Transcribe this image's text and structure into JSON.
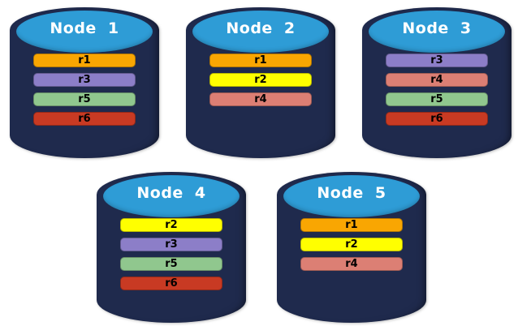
{
  "diagram": {
    "description": "Five database nodes with replica placement",
    "colors": {
      "cylinder_body": "#1F2A4D",
      "cylinder_top": "#2E9CD6",
      "replica_r1": "#F9A602",
      "replica_r2": "#FFFF00",
      "replica_r3": "#8C7EC8",
      "replica_r4": "#DC7F74",
      "replica_r5": "#90C78E",
      "replica_r6": "#C83A23"
    },
    "nodes": [
      {
        "id": "node-1",
        "label": "Node 1",
        "replicas": [
          {
            "id": "r1",
            "color": "#F9A602"
          },
          {
            "id": "r3",
            "color": "#8C7EC8"
          },
          {
            "id": "r5",
            "color": "#90C78E"
          },
          {
            "id": "r6",
            "color": "#C83A23"
          }
        ]
      },
      {
        "id": "node-2",
        "label": "Node 2",
        "replicas": [
          {
            "id": "r1",
            "color": "#F9A602"
          },
          {
            "id": "r2",
            "color": "#FFFF00"
          },
          {
            "id": "r4",
            "color": "#DC7F74"
          }
        ]
      },
      {
        "id": "node-3",
        "label": "Node 3",
        "replicas": [
          {
            "id": "r3",
            "color": "#8C7EC8"
          },
          {
            "id": "r4",
            "color": "#DC7F74"
          },
          {
            "id": "r5",
            "color": "#90C78E"
          },
          {
            "id": "r6",
            "color": "#C83A23"
          }
        ]
      },
      {
        "id": "node-4",
        "label": "Node 4",
        "replicas": [
          {
            "id": "r2",
            "color": "#FFFF00"
          },
          {
            "id": "r3",
            "color": "#8C7EC8"
          },
          {
            "id": "r5",
            "color": "#90C78E"
          },
          {
            "id": "r6",
            "color": "#C83A23"
          }
        ]
      },
      {
        "id": "node-5",
        "label": "Node 5",
        "replicas": [
          {
            "id": "r1",
            "color": "#F9A602"
          },
          {
            "id": "r2",
            "color": "#FFFF00"
          },
          {
            "id": "r4",
            "color": "#DC7F74"
          }
        ]
      }
    ]
  }
}
